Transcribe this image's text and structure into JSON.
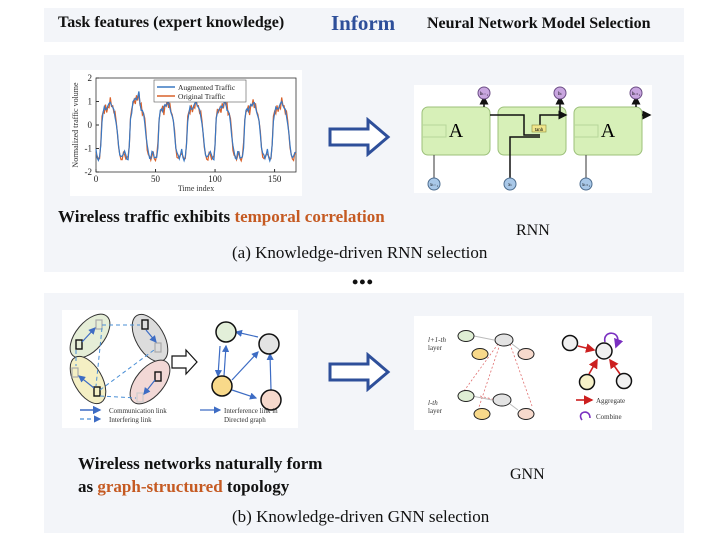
{
  "header": {
    "left": "Task features (expert knowledge)",
    "middle": "Inform",
    "right": "Neural Network Model Selection"
  },
  "colors": {
    "accent_blue": "#2e4f9a",
    "highlight_orange": "#c55a22",
    "panel_bg": "#f3f5f9",
    "augmented_line": "#3a78c2",
    "original_line": "#d9622b"
  },
  "panel_a": {
    "claim_prefix": "Wireless traffic exhibits ",
    "claim_highlight": "temporal correlation",
    "caption": "(a) Knowledge-driven RNN selection",
    "model_label": "RNN",
    "arrow_icon": "right-arrow-outline",
    "rnn": {
      "cell_label": "A",
      "tanh_label": "tanh",
      "hidden_labels": [
        "hₜ₋₁",
        "hₜ",
        "hₜ₊₁"
      ],
      "input_labels": [
        "xₜ₋₁",
        "xₜ",
        "xₜ₊₁"
      ]
    }
  },
  "separator": "•••",
  "panel_b": {
    "claim_line1": "Wireless networks naturally form",
    "claim_prefix2": "as ",
    "claim_highlight": "graph-structured",
    "claim_suffix": " topology",
    "caption": "(b) Knowledge-driven GNN selection",
    "model_label": "GNN",
    "arrow_icon": "right-arrow-outline",
    "legend": {
      "communication": "Communication link",
      "interfering": "Interfering link",
      "interference_directed_1": "Interference link in",
      "interference_directed_2": "Directed graph"
    },
    "gnn": {
      "layer_upper": "l+1-th",
      "layer_upper_2": "layer",
      "layer_lower": "l-th",
      "layer_lower_2": "layer",
      "aggregate": "Aggregate",
      "combine": "Combine"
    }
  },
  "chart_data": {
    "type": "line",
    "title": "",
    "xlabel": "Time index",
    "ylabel": "Normalized traffic volume",
    "xlim": [
      0,
      168
    ],
    "ylim": [
      -2,
      2
    ],
    "xticks": [
      0,
      50,
      100,
      150
    ],
    "yticks": [
      -2,
      -1,
      0,
      1,
      2
    ],
    "legend": "top-center",
    "period": 24,
    "series": [
      {
        "name": "Augmented Traffic",
        "color": "#3a78c2",
        "profile": [
          -1.1,
          -1.35,
          -1.45,
          -1.4,
          -0.9,
          0.2,
          0.55,
          0.7,
          0.65,
          0.75,
          0.8,
          0.85,
          1.0,
          0.9,
          0.7,
          0.6,
          0.4,
          0.1,
          -0.4,
          -0.9,
          -1.2,
          -1.35,
          -1.4,
          -1.2
        ]
      },
      {
        "name": "Original Traffic",
        "color": "#d9622b",
        "profile": [
          -1.2,
          -1.4,
          -1.45,
          -1.35,
          -0.8,
          0.3,
          0.6,
          0.55,
          0.8,
          0.5,
          0.85,
          0.75,
          1.1,
          0.8,
          0.9,
          0.5,
          0.5,
          0.2,
          -0.3,
          -1.0,
          -1.3,
          -1.4,
          -1.45,
          -1.25
        ]
      }
    ]
  }
}
